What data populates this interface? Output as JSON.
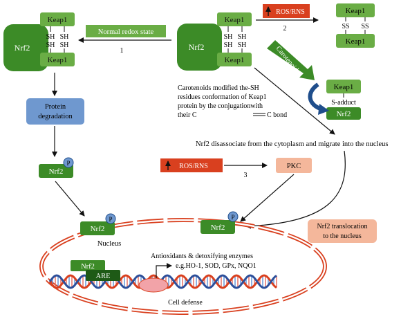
{
  "left_complex": {
    "nrf2": "Nrf2",
    "keap1_top": "Keap1",
    "keap1_bottom": "Keap1",
    "sh": "SH"
  },
  "right_complex": {
    "nrf2": "Nrf2",
    "keap1_top": "Keap1",
    "keap1_bottom": "Keap1",
    "sh": "SH"
  },
  "oxidized": {
    "keap1": "Keap1",
    "ss": "SS"
  },
  "adduct": {
    "keap1": "Keap1",
    "s_adduct": "S-adduct",
    "nrf2": "Nrf2"
  },
  "phospho": {
    "nrf2": "Nrf2",
    "p": "P"
  },
  "are": {
    "nrf2": "Nrf2",
    "are": "ARE"
  },
  "note": {
    "line1": "Carotenoids modified the-SH",
    "line2": "residues conformation of Keap1",
    "line3": "protein by the conjugationwith",
    "line4a": "their C",
    "line4b": "C bond"
  },
  "labels": {
    "normal_redox": "Normal redox state",
    "step1": "1",
    "step2": "2",
    "step3": "3",
    "ros_rns": "ROS/RNS",
    "carotenoids": "Carotenoids",
    "dissociate": "Nrf2 disassociate from the cytoplasm and migrate into the nucleus",
    "protein": "Protein",
    "degradation": "degradation",
    "pkc": "PKC",
    "translocation1": "Nrf2 translocation",
    "translocation2": "to the nucleus",
    "nucleus": "Nucleus",
    "enzymes": "Antioxidants & detoxifying enzymes",
    "enzymes_examples": "e.g.HO-1, SOD, GPx, NQO1",
    "cell_defense": "Cell defense"
  },
  "colors": {
    "nrf2_dark_green": "#3c8b27",
    "keap1_light_green": "#6aad45",
    "are_dark_green": "#1e5a16",
    "ros_red": "#d9401f",
    "degradation_blue": "#6f98cf",
    "pkc_peach": "#f4b79b",
    "dna_red": "#d9401f",
    "dna_blue": "#2d4f9a"
  }
}
